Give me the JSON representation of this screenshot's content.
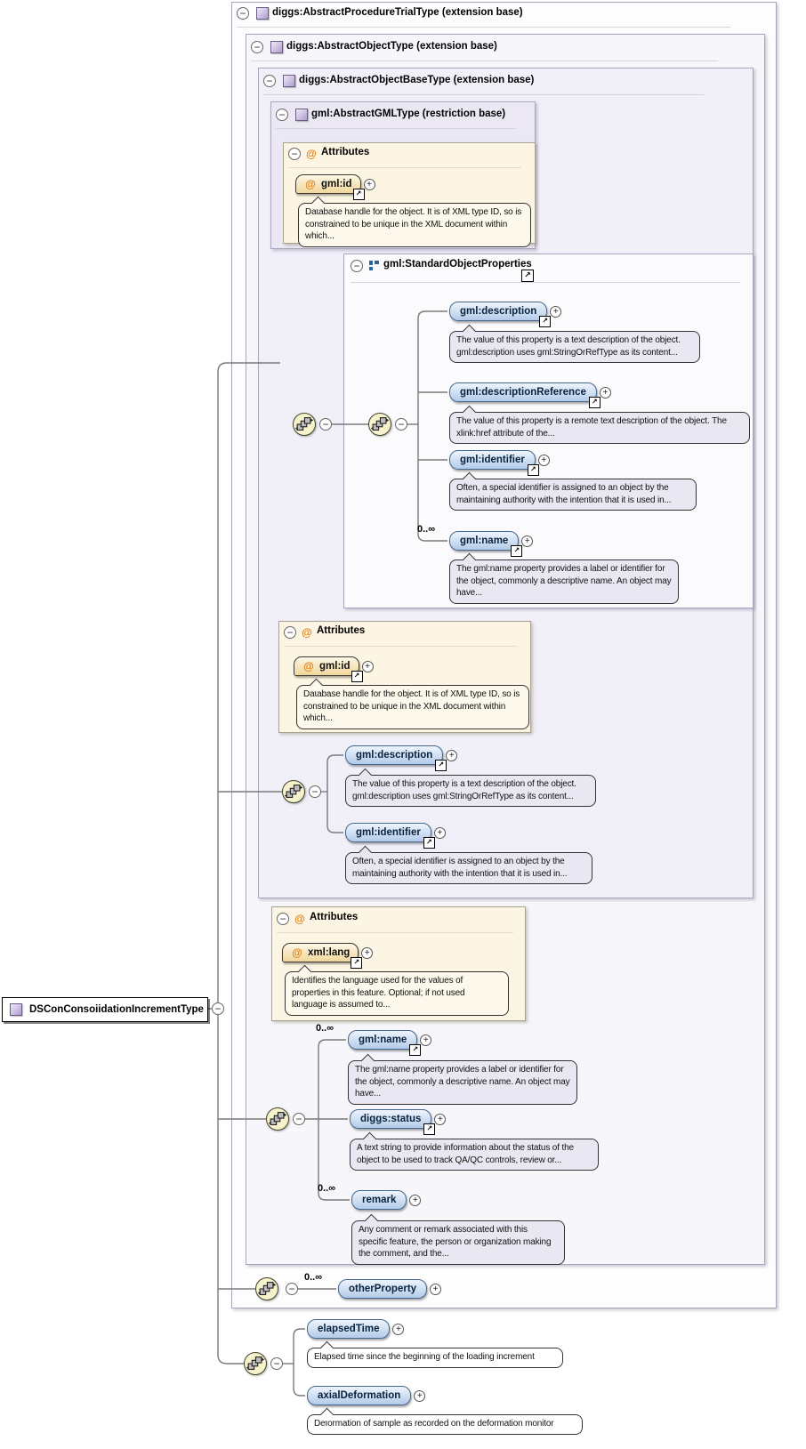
{
  "icons": {
    "collapse": "−",
    "expand": "+",
    "link": "↗",
    "at_sign": "@"
  },
  "occurs": "0..∞",
  "attributes_title": "Attributes",
  "root": {
    "label": "DSConConsoiidationIncrementType"
  },
  "type_boxes": {
    "procedure_trial": "diggs:AbstractProcedureTrialType (extension base)",
    "abstract_object": "diggs:AbstractObjectType (extension base)",
    "abstract_object_base": "diggs:AbstractObjectBaseType (extension base)",
    "abstract_gml": "gml:AbstractGMLType (restriction base)"
  },
  "group": {
    "label": "gml:StandardObjectProperties"
  },
  "attrs": {
    "gml_id": {
      "label": "gml:id",
      "doc": "Database handle for the object. It is of XML type ID, so is constrained to be unique in the XML document within which..."
    },
    "xml_lang": {
      "label": "xml:lang",
      "doc": "Identifies the language used for the values of properties in this feature. Optional; if not used language is assumed to..."
    }
  },
  "elements": {
    "description": {
      "label": "gml:description",
      "doc": "The value of this property is a text description of the object. gml:description uses gml:StringOrRefType as its content..."
    },
    "description_reference": {
      "label": "gml:descriptionReference",
      "doc": "The value of this property is a remote text description of the object. The xlink:href attribute of the..."
    },
    "identifier": {
      "label": "gml:identifier",
      "doc": "Often, a special identifier is assigned to an object by the maintaining authority with the intention that it is used in..."
    },
    "name": {
      "label": "gml:name",
      "doc": "The gml:name property provides a label or identifier for the object, commonly a descriptive name. An object may have..."
    },
    "status": {
      "label": "diggs:status",
      "doc": "A text string to provide information about the status of the object to be used to track QA/QC controls, review or..."
    },
    "remark": {
      "label": "remark",
      "doc": "Any comment or remark associated with this specific feature, the person or organization making the comment, and the..."
    },
    "other_property": {
      "label": "otherProperty"
    },
    "elapsed_time": {
      "label": "elapsedTime",
      "doc": "Elapsed time since the beginning of the loading increment"
    },
    "axial_deformation": {
      "label": "axialDeformation",
      "doc": "Deformation of sample as recorded on the deformation monitor"
    }
  }
}
